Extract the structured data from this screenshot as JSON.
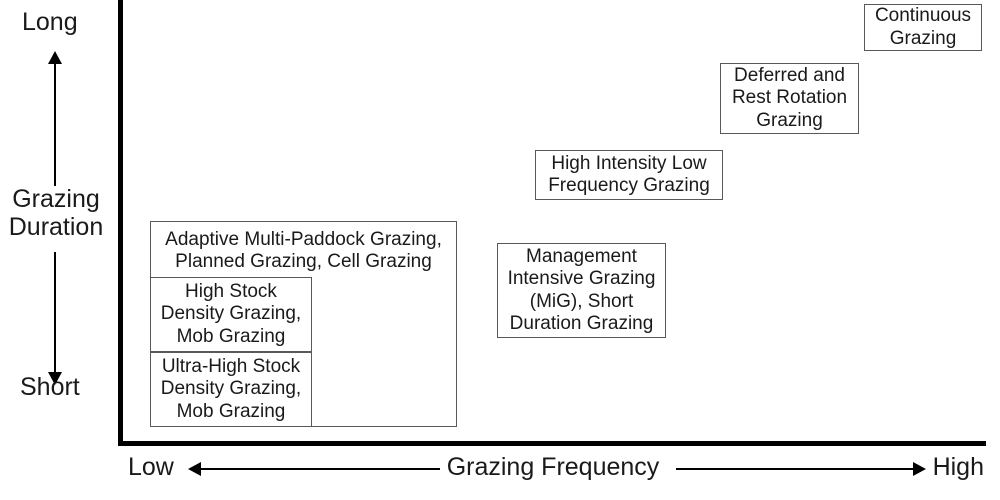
{
  "axes": {
    "y": {
      "title": "Grazing\nDuration",
      "top_label": "Long",
      "bottom_label": "Short",
      "arrow": "double-vertical-arrow"
    },
    "x": {
      "title": "Grazing Frequency",
      "left_label": "Low",
      "right_label": "High",
      "arrow": "double-horizontal-arrow"
    }
  },
  "colors": {
    "axis": "#000000",
    "box_border": "#58595b",
    "text": "#1a1a1a",
    "background": "#ffffff"
  },
  "boxes": [
    {
      "id": "continuous",
      "label": "Continuous\nGrazing",
      "frequency": "high",
      "duration": "long"
    },
    {
      "id": "deferred",
      "label": "Deferred and\nRest Rotation\nGrazing",
      "frequency": "high",
      "duration": "long"
    },
    {
      "id": "high-intensity",
      "label": "High Intensity Low\nFrequency Grazing",
      "frequency": "medium",
      "duration": "medium-long"
    },
    {
      "id": "management",
      "label": "Management\nIntensive Grazing\n(MiG), Short\nDuration Grazing",
      "frequency": "medium",
      "duration": "medium-short"
    },
    {
      "id": "amp",
      "label": "Adaptive Multi-Paddock Grazing,\nPlanned Grazing, Cell Grazing",
      "frequency": "low-to-medium",
      "duration": "short-to-medium"
    },
    {
      "id": "high-stock",
      "label": "High Stock\nDensity Grazing,\nMob Grazing",
      "frequency": "low",
      "duration": "short-medium"
    },
    {
      "id": "ultra-high",
      "label": "Ultra-High Stock\nDensity Grazing,\nMob Grazing",
      "frequency": "low",
      "duration": "short"
    }
  ]
}
